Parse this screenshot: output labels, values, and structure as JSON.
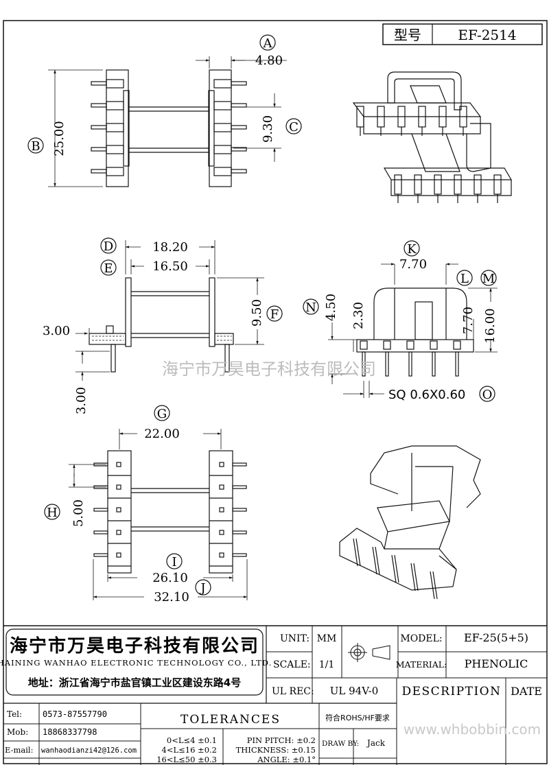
{
  "model_box": {
    "label": "型号",
    "value": "EF-2514"
  },
  "watermarks": {
    "center": "海宁市万昊电子科技有限公司",
    "bottom": "www.whbobbin.com"
  },
  "views": {
    "top": {
      "dims": [
        {
          "letter": "A",
          "value": "4.80"
        },
        {
          "letter": "B",
          "value": "25.00"
        },
        {
          "letter": "C",
          "value": "9.30"
        }
      ]
    },
    "side": {
      "dims": [
        {
          "letter": "D",
          "value": "18.20"
        },
        {
          "letter": "E",
          "value": "16.50"
        },
        {
          "letter": "F",
          "value": "9.50"
        }
      ],
      "extra": [
        "3.00",
        "3.00"
      ]
    },
    "end": {
      "dims": [
        {
          "letter": "K",
          "value": "7.70"
        },
        {
          "letter": "L",
          "value": "7.70"
        },
        {
          "letter": "M",
          "value": "16.00"
        },
        {
          "letter": "N",
          "value": "4.50"
        },
        {
          "letter": "O",
          "value": "SQ 0.6X0.60"
        }
      ],
      "extra": [
        "2.30"
      ]
    },
    "bottom": {
      "dims": [
        {
          "letter": "G",
          "value": "22.00"
        },
        {
          "letter": "H",
          "value": "5.00"
        },
        {
          "letter": "I",
          "value": "26.10"
        },
        {
          "letter": "J",
          "value": "32.10"
        }
      ]
    }
  },
  "title_block": {
    "company_cn": "海宁市万昊电子科技有限公司",
    "company_en": "HAINING WANHAO ELECTRONIC TECHNOLOGY CO., LTD.",
    "address": "地址：浙江省海宁市盐官镇工业区建设东路4号",
    "unit_label": "UNIT:",
    "unit_value": "MM",
    "scale_label": "SCALE:",
    "scale_value": "1/1",
    "ul_label": "UL REC:",
    "ul_value": "UL 94V-0",
    "model_label": "MODEL:",
    "model_value": "EF-25(5+5)",
    "material_label": "MATERIAL:",
    "material_value": "PHENOLIC",
    "description_label": "DESCRIPTION",
    "date_label": "DATE",
    "tel_label": "Tel:",
    "tel_value": "0573-87557790",
    "mob_label": "Mob:",
    "mob_value": "18868337798",
    "email_label": "E-mail:",
    "email_value": "wanhaodianzi42@126.com",
    "tolerances_title": "TOLERANCES",
    "tol_ranges": [
      "0<L≤4 ±0.1",
      "4<L≤16 ±0.2",
      "16<L≤50 ±0.3"
    ],
    "tol_specs": [
      "PIN PITCH: ±0.2",
      "THICKNESS: ±0.15",
      "ANGLE: ±0.1°"
    ],
    "rohs": "符合ROHS/HF要求",
    "draw_by_label": "DRAW BY:",
    "draw_by_value": "Jack"
  }
}
